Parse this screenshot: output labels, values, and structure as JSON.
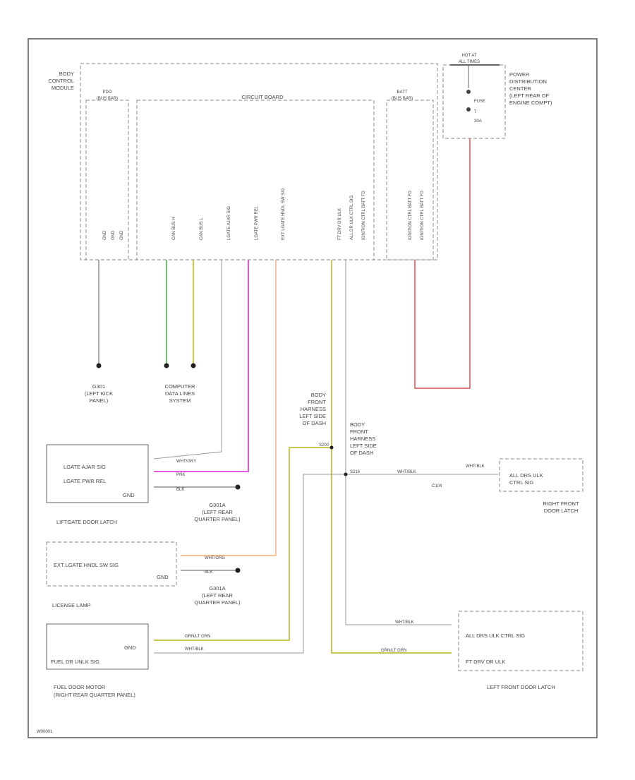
{
  "bcm": {
    "name_lines": [
      "BODY",
      "CONTROL",
      "MODULE"
    ],
    "pdo_bus_lines": [
      "PDO",
      "(BUS BAR)"
    ],
    "circuit_board": "CIRCUIT BOARD",
    "batt_bus_lines": [
      "BATT",
      "(BUS BAR)"
    ],
    "pins": [
      "GND",
      "GND",
      "GND",
      "CAN BUS H",
      "CAN BUS L",
      "LGATE AJAR SIG",
      "LGATE PWR REL",
      "EXT LGATE HNDL SW SIG",
      "FT DRV DR ULK",
      "ALL DR ULK CTRL SIG",
      "IGNITION CTRL BATT FD",
      "IGNITION CTRL BATT FD",
      "IGNITION CTRL BATT FD"
    ]
  },
  "pdc": {
    "hot_lines": [
      "HOT AT",
      "ALL TIMES"
    ],
    "fuse_lines": [
      "FUSE",
      "7",
      "30A"
    ],
    "desc_lines": [
      "POWER",
      "DISTRIBUTION",
      "CENTER",
      "(LEFT REAR OF",
      "ENGINE COMPT)"
    ]
  },
  "ground_g301": [
    "G301",
    "(LEFT KICK",
    "PANEL)"
  ],
  "data_links": [
    "COMPUTER",
    "DATA LINES",
    "SYSTEM"
  ],
  "body_harness_1": [
    "BODY",
    "FRONT",
    "HARNESS",
    "LEFT SIDE",
    "OF DASH"
  ],
  "body_harness_2": [
    "BODY",
    "FRONT",
    "HARNESS",
    "LEFT SIDE",
    "OF DASH"
  ],
  "liftgate": {
    "lines": [
      "LGATE AJAR SIG",
      "LGATE PWR REL",
      "GND"
    ],
    "caption": "LIFTGATE DOOR LATCH",
    "wires": [
      "WHT/GRY",
      "PNK",
      "BLK"
    ],
    "ground": [
      "G301A",
      "(LEFT REAR",
      "QUARTER PANEL)"
    ]
  },
  "license": {
    "lines": [
      "EXT LGATE HNDL SW SIG",
      "GND"
    ],
    "caption": "LICENSE LAMP",
    "wires": [
      "WHT/ORG",
      "BLK"
    ],
    "ground": [
      "G301A",
      "(LEFT REAR",
      "QUARTER PANEL)"
    ]
  },
  "fuel_door": {
    "lines": [
      "GND",
      "FUEL DR UNLK SIG"
    ],
    "caption_lines": [
      "FUEL DOOR MOTOR",
      "(RIGHT REAR QUARTER PANEL)"
    ],
    "wires": [
      "GRN/LT GRN",
      "WHT/BLK"
    ]
  },
  "right_front_latch": {
    "lines": [
      "ALL DRS ULK",
      "CTRL SIG"
    ],
    "caption_lines": [
      "RIGHT FRONT",
      "DOOR LATCH"
    ],
    "wires": [
      "WHT/BLK",
      "WHT/BLK"
    ],
    "connector": "C104"
  },
  "left_front_latch": {
    "lines": [
      "ALL DRS ULK CTRL SIG",
      "FT DRV DR ULK"
    ],
    "caption": "LEFT FRONT DOOR LATCH",
    "wires": [
      "WHT/BLK",
      "GRN/LT GRN"
    ]
  },
  "splice_labels": [
    "S200",
    "S216"
  ],
  "footer_code": "W00001",
  "colors": {
    "green": "#40b040",
    "yellow": "#c8b400",
    "pink": "#e040e0",
    "orange": "#f4a060",
    "red": "#e05050",
    "olive": "#c8c850",
    "gray": "#999999",
    "dark": "#333333"
  }
}
